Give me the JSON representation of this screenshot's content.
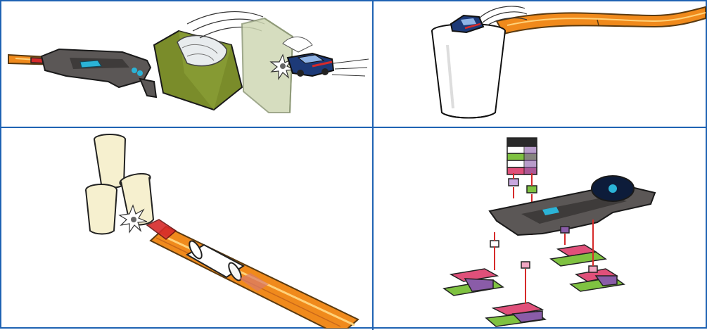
{
  "panels": [
    {
      "id": "launcher-crash-scene",
      "caption": ""
    },
    {
      "id": "cup-jump-scene",
      "caption": ""
    },
    {
      "id": "cup-knockdown-scene",
      "caption": ""
    },
    {
      "id": "block-assembly-scene",
      "caption": ""
    }
  ],
  "colors": {
    "border": "#1f63b3",
    "track_orange": "#f08a1c",
    "launcher_gray": "#5b5756",
    "box_green": "#7a8c2a",
    "car_blue": "#1d3a78",
    "car_red": "#d62a2a",
    "cup_cream": "#f6f0cf",
    "block_pink": "#e0507a",
    "block_green": "#7fc241",
    "block_purple": "#8a5ca8",
    "accent_cyan": "#2bb3d6"
  }
}
